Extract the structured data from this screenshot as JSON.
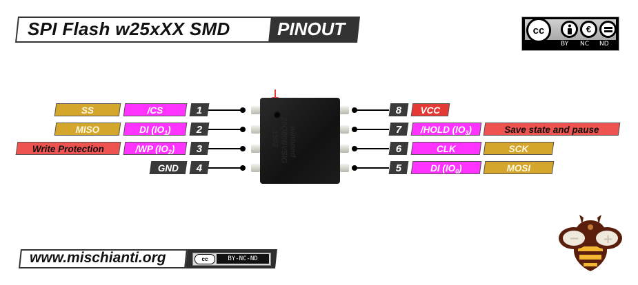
{
  "header": {
    "title": "SPI Flash w25xXX SMD",
    "subtitle": "PINOUT"
  },
  "license_badge": {
    "icons": [
      "cc-icon",
      "by-icon",
      "nc-icon",
      "nd-icon"
    ],
    "cc": "cc",
    "labels": [
      "BY",
      "NC",
      "ND"
    ]
  },
  "chip": {
    "marking_line1": "winbond",
    "marking_line2": "25Q80BVSIG",
    "marking_line3": "1503",
    "pin1_indicator_color": "#e53935"
  },
  "pins_left": [
    {
      "number": "1",
      "function": "/CS",
      "function_sub": "",
      "function_suffix": "",
      "alt": "SS",
      "alt_color": "gold"
    },
    {
      "number": "2",
      "function": "DI (IO",
      "function_sub": "1",
      "function_suffix": ")",
      "alt": "MISO",
      "alt_color": "gold"
    },
    {
      "number": "3",
      "function": "/WP (IO",
      "function_sub": "2",
      "function_suffix": ")",
      "alt": "Write Protection",
      "alt_color": "red"
    },
    {
      "number": "4",
      "function": "GND",
      "function_sub": "",
      "function_suffix": "",
      "alt": "",
      "alt_color": ""
    }
  ],
  "pins_right": [
    {
      "number": "8",
      "function": "VCC",
      "function_sub": "",
      "function_suffix": "",
      "alt": "",
      "alt_color": ""
    },
    {
      "number": "7",
      "function": "/HOLD (IO",
      "function_sub": "3",
      "function_suffix": ")",
      "alt": "Save state and pause",
      "alt_color": "red"
    },
    {
      "number": "6",
      "function": "CLK",
      "function_sub": "",
      "function_suffix": "",
      "alt": "SCK",
      "alt_color": "gold"
    },
    {
      "number": "5",
      "function": "DI (IO",
      "function_sub": "0",
      "function_suffix": ")",
      "alt": "MOSI",
      "alt_color": "gold"
    }
  ],
  "colors": {
    "gold": "#d4a72c",
    "magenta": "#ff33ff",
    "red": "#ef5350",
    "vcc_red": "#e53935",
    "dark": "#3a3a3a"
  },
  "footer": {
    "url": "www.mischianti.org",
    "license_cc": "cc",
    "license_text": "BY-NC-ND"
  },
  "logo": {
    "name": "mischianti-bee-logo",
    "minus": "−",
    "plus": "+"
  }
}
